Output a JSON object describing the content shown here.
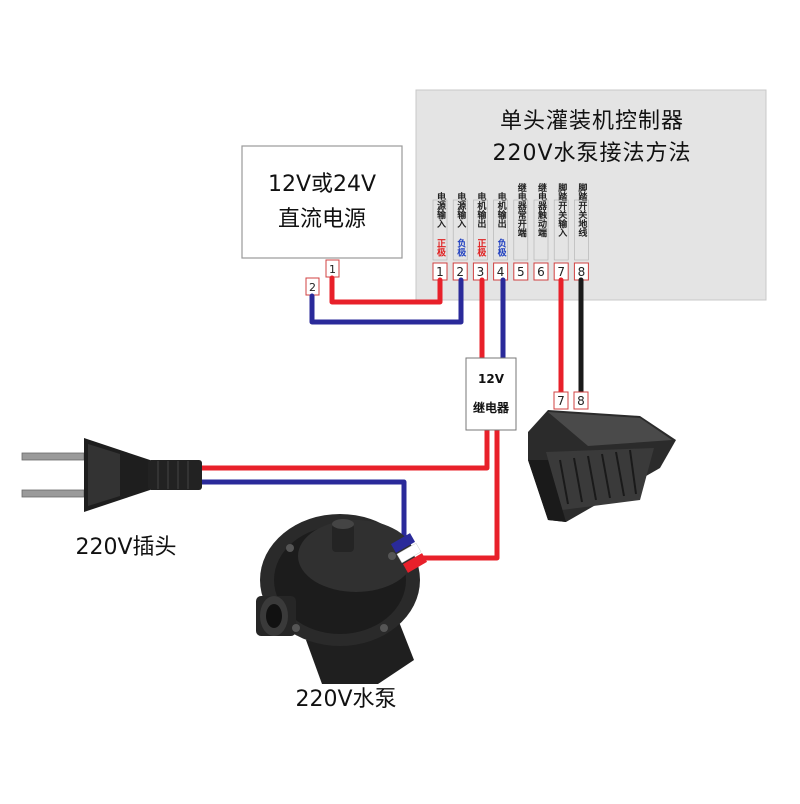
{
  "controller": {
    "title_line1": "单头灌装机控制器",
    "title_line2": "220V水泵接法方法"
  },
  "power_supply": {
    "line1": "12V或24V",
    "line2": "直流电源",
    "terminals": [
      "2",
      "1"
    ]
  },
  "terminals": [
    {
      "num": "1",
      "label_top": "电源输入",
      "label_bottom": "正极",
      "bottom_color": "#e02020"
    },
    {
      "num": "2",
      "label_top": "电源输入",
      "label_bottom": "负极",
      "bottom_color": "#2040c0"
    },
    {
      "num": "3",
      "label_top": "电机输出",
      "label_bottom": "正极",
      "bottom_color": "#e02020"
    },
    {
      "num": "4",
      "label_top": "电机输出",
      "label_bottom": "负极",
      "bottom_color": "#2040c0"
    },
    {
      "num": "5",
      "label_top": "继电器常开端",
      "label_bottom": "",
      "bottom_color": "#000000"
    },
    {
      "num": "6",
      "label_top": "继电器触动端",
      "label_bottom": "",
      "bottom_color": "#000000"
    },
    {
      "num": "7",
      "label_top": "脚踏开关输入",
      "label_bottom": "",
      "bottom_color": "#000000"
    },
    {
      "num": "8",
      "label_top": "脚踏开关地线",
      "label_bottom": "",
      "bottom_color": "#000000"
    }
  ],
  "relay": {
    "line1": "12V",
    "line2": "继电器"
  },
  "pedal": {
    "terminals": [
      "7",
      "8"
    ]
  },
  "plug": {
    "label": "220V插头"
  },
  "pump": {
    "label": "220V水泵"
  },
  "colors": {
    "red_wire": "#e8202a",
    "blue_wire": "#2a2a9a",
    "black_wire": "#1a1a1a",
    "panel": "#e4e4e4",
    "terminal_border": "#d04040"
  }
}
